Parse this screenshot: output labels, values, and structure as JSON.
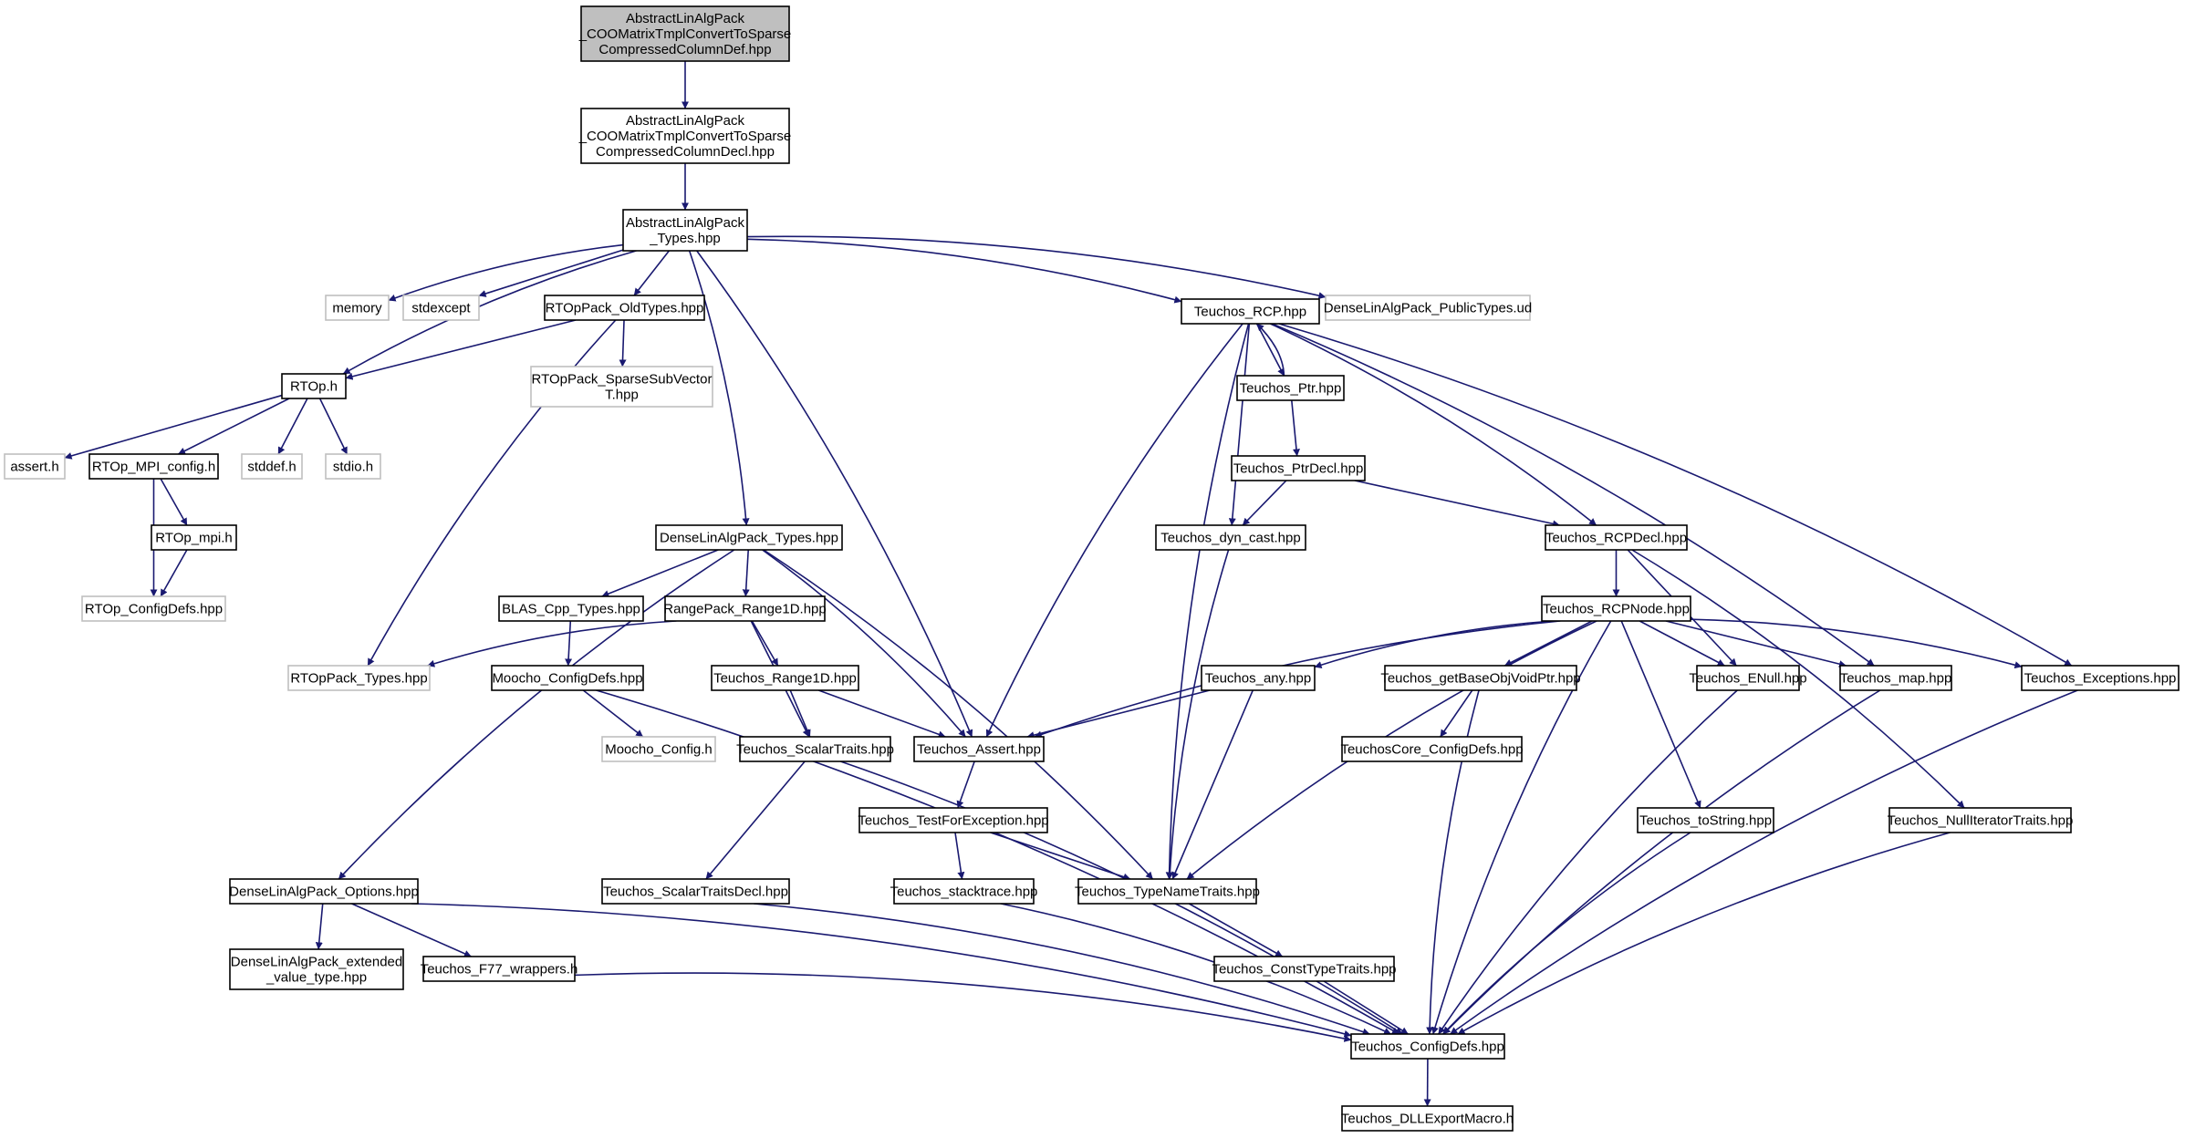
{
  "colors": {
    "edge": "#191970",
    "root_fill": "#bfbfbf",
    "included_border": "#000000",
    "external_border": "#bfbfbf",
    "external_text": "#000000"
  },
  "nodes": [
    {
      "id": "root",
      "label": "AbstractLinAlgPack\n_COOMatrixTmplConvertToSparse\nCompressedColumnDef.hpp",
      "kind": "root"
    },
    {
      "id": "decl",
      "label": "AbstractLinAlgPack\n_COOMatrixTmplConvertToSparse\nCompressedColumnDecl.hpp",
      "kind": "file"
    },
    {
      "id": "alap_types",
      "label": "AbstractLinAlgPack\n_Types.hpp",
      "kind": "file"
    },
    {
      "id": "memory",
      "label": "memory",
      "kind": "external"
    },
    {
      "id": "stdexcept",
      "label": "stdexcept",
      "kind": "external"
    },
    {
      "id": "rtop_oldtypes",
      "label": "RTOpPack_OldTypes.hpp",
      "kind": "file"
    },
    {
      "id": "teuchos_rcp",
      "label": "Teuchos_RCP.hpp",
      "kind": "file"
    },
    {
      "id": "dlap_publictypes",
      "label": "DenseLinAlgPack_PublicTypes.ud",
      "kind": "external"
    },
    {
      "id": "rtop_h",
      "label": "RTOp.h",
      "kind": "file"
    },
    {
      "id": "rtop_sparsesub",
      "label": "RTOpPack_SparseSubVector\nT.hpp",
      "kind": "external"
    },
    {
      "id": "teuchos_ptr",
      "label": "Teuchos_Ptr.hpp",
      "kind": "file"
    },
    {
      "id": "assert_h",
      "label": "assert.h",
      "kind": "external"
    },
    {
      "id": "rtop_mpi_config",
      "label": "RTOp_MPI_config.h",
      "kind": "file"
    },
    {
      "id": "stddef",
      "label": "stddef.h",
      "kind": "external"
    },
    {
      "id": "stdio",
      "label": "stdio.h",
      "kind": "external"
    },
    {
      "id": "teuchos_ptrdecl",
      "label": "Teuchos_PtrDecl.hpp",
      "kind": "file"
    },
    {
      "id": "rtop_mpi",
      "label": "RTOp_mpi.h",
      "kind": "file"
    },
    {
      "id": "dlap_types",
      "label": "DenseLinAlgPack_Types.hpp",
      "kind": "file"
    },
    {
      "id": "teuchos_dyncast",
      "label": "Teuchos_dyn_cast.hpp",
      "kind": "file"
    },
    {
      "id": "teuchos_rcpdecl",
      "label": "Teuchos_RCPDecl.hpp",
      "kind": "file"
    },
    {
      "id": "rtop_configdefs",
      "label": "RTOp_ConfigDefs.hpp",
      "kind": "external"
    },
    {
      "id": "blas_cpp",
      "label": "BLAS_Cpp_Types.hpp",
      "kind": "file"
    },
    {
      "id": "rangepack",
      "label": "RangePack_Range1D.hpp",
      "kind": "file"
    },
    {
      "id": "teuchos_rcpnode",
      "label": "Teuchos_RCPNode.hpp",
      "kind": "file"
    },
    {
      "id": "rtoppack_types",
      "label": "RTOpPack_Types.hpp",
      "kind": "external"
    },
    {
      "id": "moocho_configdefs",
      "label": "Moocho_ConfigDefs.hpp",
      "kind": "file"
    },
    {
      "id": "teuchos_range1d",
      "label": "Teuchos_Range1D.hpp",
      "kind": "file"
    },
    {
      "id": "teuchos_any",
      "label": "Teuchos_any.hpp",
      "kind": "file"
    },
    {
      "id": "teuchos_getbase",
      "label": "Teuchos_getBaseObjVoidPtr.hpp",
      "kind": "file"
    },
    {
      "id": "teuchos_enull",
      "label": "Teuchos_ENull.hpp",
      "kind": "file"
    },
    {
      "id": "teuchos_map",
      "label": "Teuchos_map.hpp",
      "kind": "file"
    },
    {
      "id": "teuchos_exceptions",
      "label": "Teuchos_Exceptions.hpp",
      "kind": "file"
    },
    {
      "id": "moocho_config",
      "label": "Moocho_Config.h",
      "kind": "external"
    },
    {
      "id": "teuchos_scalartraits",
      "label": "Teuchos_ScalarTraits.hpp",
      "kind": "file"
    },
    {
      "id": "teuchos_assert",
      "label": "Teuchos_Assert.hpp",
      "kind": "file"
    },
    {
      "id": "teuchoscore_configdefs",
      "label": "TeuchosCore_ConfigDefs.hpp",
      "kind": "file"
    },
    {
      "id": "teuchos_testforexc",
      "label": "Teuchos_TestForException.hpp",
      "kind": "file"
    },
    {
      "id": "teuchos_tostring",
      "label": "Teuchos_toString.hpp",
      "kind": "file"
    },
    {
      "id": "teuchos_nulliter",
      "label": "Teuchos_NullIteratorTraits.hpp",
      "kind": "file"
    },
    {
      "id": "dlap_options",
      "label": "DenseLinAlgPack_Options.hpp",
      "kind": "file"
    },
    {
      "id": "teuchos_scalartraitsdecl",
      "label": "Teuchos_ScalarTraitsDecl.hpp",
      "kind": "file"
    },
    {
      "id": "teuchos_stacktrace",
      "label": "Teuchos_stacktrace.hpp",
      "kind": "file"
    },
    {
      "id": "teuchos_typenametraits",
      "label": "Teuchos_TypeNameTraits.hpp",
      "kind": "file"
    },
    {
      "id": "dlap_extended",
      "label": "DenseLinAlgPack_extended\n_value_type.hpp",
      "kind": "file"
    },
    {
      "id": "teuchos_f77",
      "label": "Teuchos_F77_wrappers.h",
      "kind": "file"
    },
    {
      "id": "teuchos_consttypetraits",
      "label": "Teuchos_ConstTypeTraits.hpp",
      "kind": "file"
    },
    {
      "id": "teuchos_configdefs",
      "label": "Teuchos_ConfigDefs.hpp",
      "kind": "file"
    },
    {
      "id": "teuchos_dllexport",
      "label": "Teuchos_DLLExportMacro.h",
      "kind": "file"
    }
  ],
  "edges": [
    [
      "root",
      "decl"
    ],
    [
      "decl",
      "alap_types"
    ],
    [
      "alap_types",
      "memory"
    ],
    [
      "alap_types",
      "stdexcept"
    ],
    [
      "alap_types",
      "rtop_oldtypes"
    ],
    [
      "alap_types",
      "rtop_h"
    ],
    [
      "alap_types",
      "dlap_types"
    ],
    [
      "alap_types",
      "teuchos_assert"
    ],
    [
      "alap_types",
      "teuchos_rcp"
    ],
    [
      "alap_types",
      "dlap_publictypes"
    ],
    [
      "rtop_oldtypes",
      "rtop_h"
    ],
    [
      "rtop_oldtypes",
      "rtop_sparsesub"
    ],
    [
      "rtop_oldtypes",
      "rtoppack_types"
    ],
    [
      "rtop_h",
      "assert_h"
    ],
    [
      "rtop_h",
      "rtop_mpi_config"
    ],
    [
      "rtop_h",
      "stddef"
    ],
    [
      "rtop_h",
      "stdio"
    ],
    [
      "rtop_mpi_config",
      "rtop_mpi"
    ],
    [
      "rtop_mpi_config",
      "rtop_configdefs"
    ],
    [
      "rtop_mpi",
      "rtop_configdefs"
    ],
    [
      "teuchos_rcp",
      "teuchos_ptr"
    ],
    [
      "teuchos_rcp",
      "teuchos_dyncast"
    ],
    [
      "teuchos_rcp",
      "teuchos_rcpdecl"
    ],
    [
      "teuchos_rcp",
      "teuchos_assert"
    ],
    [
      "teuchos_rcp",
      "teuchos_typenametraits"
    ],
    [
      "teuchos_rcp",
      "teuchos_map"
    ],
    [
      "teuchos_rcp",
      "teuchos_exceptions"
    ],
    [
      "teuchos_ptr",
      "teuchos_rcp"
    ],
    [
      "teuchos_ptr",
      "teuchos_ptrdecl"
    ],
    [
      "teuchos_ptrdecl",
      "teuchos_dyncast"
    ],
    [
      "teuchos_ptrdecl",
      "teuchos_rcpdecl"
    ],
    [
      "teuchos_dyncast",
      "teuchos_typenametraits"
    ],
    [
      "teuchos_rcpdecl",
      "teuchos_rcpnode"
    ],
    [
      "teuchos_rcpdecl",
      "teuchos_enull"
    ],
    [
      "teuchos_rcpdecl",
      "teuchos_nulliter"
    ],
    [
      "dlap_types",
      "blas_cpp"
    ],
    [
      "dlap_types",
      "rangepack"
    ],
    [
      "dlap_types",
      "dlap_options"
    ],
    [
      "dlap_types",
      "teuchos_assert"
    ],
    [
      "dlap_types",
      "teuchos_typenametraits"
    ],
    [
      "blas_cpp",
      "moocho_configdefs"
    ],
    [
      "rangepack",
      "rtoppack_types"
    ],
    [
      "rangepack",
      "teuchos_range1d"
    ],
    [
      "rangepack",
      "teuchos_scalartraits"
    ],
    [
      "moocho_configdefs",
      "moocho_config"
    ],
    [
      "moocho_configdefs",
      "teuchos_configdefs"
    ],
    [
      "teuchos_range1d",
      "teuchos_scalartraits"
    ],
    [
      "teuchos_range1d",
      "teuchos_assert"
    ],
    [
      "teuchos_rcpnode",
      "teuchos_any"
    ],
    [
      "teuchos_rcpnode",
      "teuchos_getbase"
    ],
    [
      "teuchos_rcpnode",
      "teuchos_enull"
    ],
    [
      "teuchos_rcpnode",
      "teuchos_map"
    ],
    [
      "teuchos_rcpnode",
      "teuchos_exceptions"
    ],
    [
      "teuchos_rcpnode",
      "teuchos_assert"
    ],
    [
      "teuchos_rcpnode",
      "teuchos_typenametraits"
    ],
    [
      "teuchos_rcpnode",
      "teuchos_tostring"
    ],
    [
      "teuchos_rcpnode",
      "teuchos_configdefs"
    ],
    [
      "teuchos_any",
      "teuchos_assert"
    ],
    [
      "teuchos_any",
      "teuchos_typenametraits"
    ],
    [
      "teuchos_getbase",
      "teuchoscore_configdefs"
    ],
    [
      "teuchos_getbase",
      "teuchos_configdefs"
    ],
    [
      "teuchos_enull",
      "teuchos_configdefs"
    ],
    [
      "teuchos_map",
      "teuchos_configdefs"
    ],
    [
      "teuchos_exceptions",
      "teuchos_configdefs"
    ],
    [
      "teuchos_scalartraits",
      "teuchos_scalartraitsdecl"
    ],
    [
      "teuchos_scalartraits",
      "teuchos_configdefs"
    ],
    [
      "teuchos_assert",
      "teuchos_testforexc"
    ],
    [
      "teuchos_testforexc",
      "teuchos_stacktrace"
    ],
    [
      "teuchos_testforexc",
      "teuchos_typenametraits"
    ],
    [
      "teuchos_tostring",
      "teuchos_configdefs"
    ],
    [
      "teuchos_nulliter",
      "teuchos_configdefs"
    ],
    [
      "dlap_options",
      "dlap_extended"
    ],
    [
      "dlap_options",
      "teuchos_f77"
    ],
    [
      "dlap_options",
      "teuchos_configdefs"
    ],
    [
      "teuchos_scalartraitsdecl",
      "teuchos_configdefs"
    ],
    [
      "teuchos_stacktrace",
      "teuchos_configdefs"
    ],
    [
      "teuchos_typenametraits",
      "teuchos_consttypetraits"
    ],
    [
      "teuchos_f77",
      "teuchos_configdefs"
    ],
    [
      "teuchos_consttypetraits",
      "teuchos_configdefs"
    ],
    [
      "teuchos_configdefs",
      "teuchos_dllexport"
    ]
  ]
}
